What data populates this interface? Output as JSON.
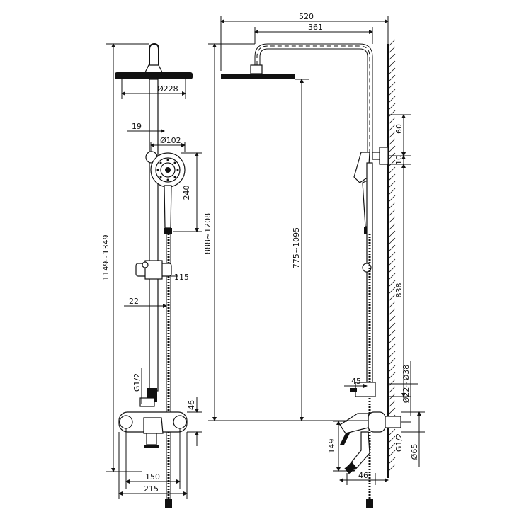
{
  "dimensions": {
    "front": {
      "overall_height": "1149~1349",
      "head_diameter": "Ø228",
      "handle_offset": "19",
      "hand_shower_diameter": "Ø102",
      "hand_shower_length": "240",
      "slider_offset": "115",
      "rail_offset": "22",
      "thread_left": "G1/2",
      "mixer_height": "46",
      "centers": "150",
      "mixer_width": "215"
    },
    "side": {
      "arm_projection": "520",
      "arm_length": "361",
      "head_height": "888~1208",
      "arm_height": "775~1095",
      "bracket_height": "60",
      "bracket_small": "10",
      "rail_length": "838",
      "mixer_depth": "45",
      "wall_connector": "Ø22~Ø38",
      "spout_height": "149",
      "thread_right": "G1/2",
      "flange_diameter": "Ø65",
      "spout_offset": "46"
    }
  }
}
